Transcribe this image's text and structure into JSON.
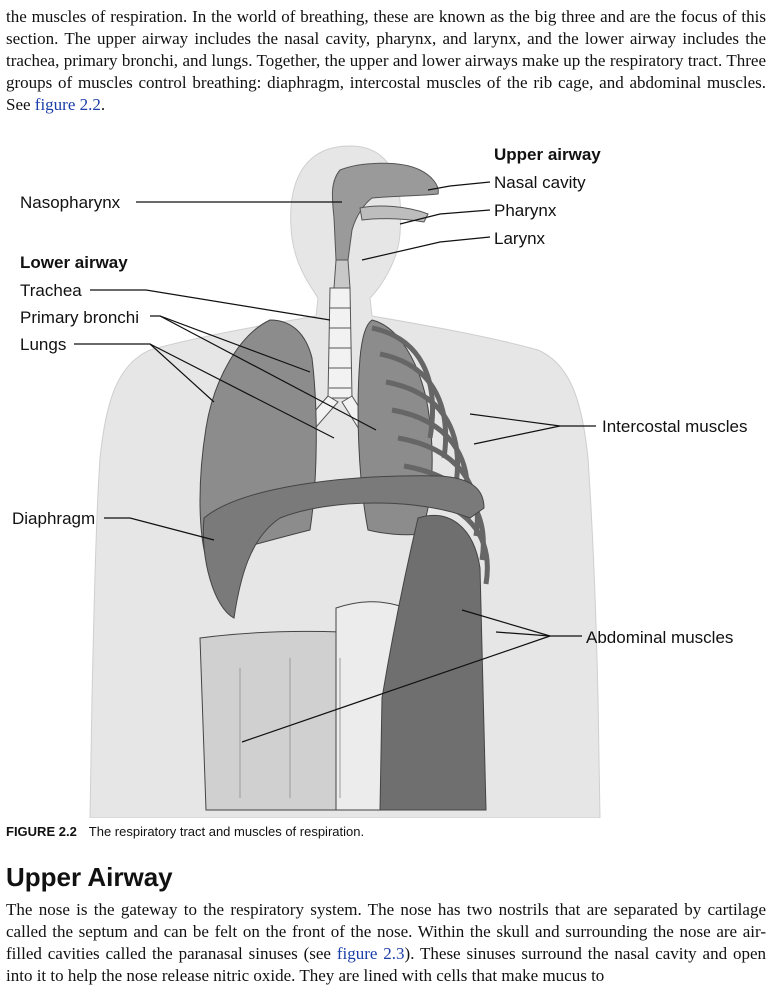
{
  "intro_paragraph": {
    "text_before_link": "the muscles of respiration. In the world of breathing, these are known as the big three and are the focus of this section. The upper airway includes the nasal cavity, pharynx, and larynx, and the lower airway includes the trachea, primary bronchi, and lungs. Together, the upper and lower airways make up the respiratory tract. Three groups of muscles control breathing: diaphragm, intercostal muscles of the rib cage, and abdominal muscles. See ",
    "link_text": "figure 2.2",
    "text_after_link": "."
  },
  "figure": {
    "labels": {
      "upper_airway_heading": "Upper airway",
      "nasal_cavity": "Nasal cavity",
      "pharynx": "Pharynx",
      "larynx": "Larynx",
      "nasopharynx": "Nasopharynx",
      "lower_airway_heading": "Lower airway",
      "trachea": "Trachea",
      "primary_bronchi": "Primary bronchi",
      "lungs": "Lungs",
      "intercostal_muscles": "Intercostal muscles",
      "diaphragm": "Diaphragm",
      "abdominal_muscles": "Abdominal muscles"
    },
    "caption_number": "FIGURE 2.2",
    "caption_text": "The respiratory tract and muscles of respiration."
  },
  "section": {
    "heading": "Upper Airway",
    "paragraph_before_link": "The nose is the gateway to the respiratory system. The nose has two nostrils that are separated by cartilage called the septum and can be felt on the front of the nose. Within the skull and surrounding the nose are air-filled cavities called the paranasal sinuses (see ",
    "link_text": "figure 2.3",
    "paragraph_after_link": "). These sinuses surround the nasal cavity and open into it to help the nose release nitric oxide. They are lined with cells that make mucus to"
  },
  "colors": {
    "link": "#1a3ea8",
    "body_silhouette": "#e6e6e6",
    "organ_gray": "#8c8c8c",
    "muscle_gray": "#6f6f6f"
  }
}
